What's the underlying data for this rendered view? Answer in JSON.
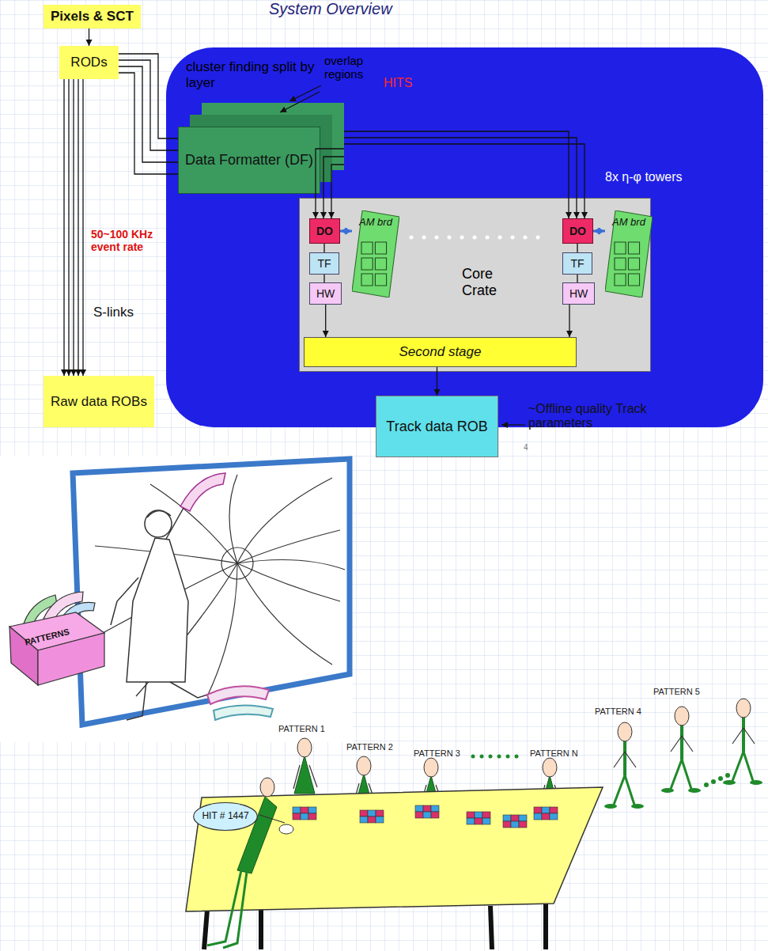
{
  "diagram": {
    "title": "System Overview",
    "nodes": [
      {
        "text": [
          "Pixels & SCT"
        ]
      },
      {
        "text": [
          "RODs"
        ]
      },
      {
        "text": [
          "cluster finding split by layer",
          "overlap regions",
          "HITS",
          "8x η-φ towers"
        ]
      },
      {
        "text": [
          "Data Formatter (DF)"
        ],
        "in": 2
      },
      {
        "text": [
          "Core Crate"
        ],
        "in": 2
      },
      {
        "text": [
          "DO"
        ],
        "in": 4
      },
      {
        "text": [
          "AM brd"
        ],
        "in": 4
      },
      {
        "text": [
          "TF"
        ],
        "in": 4
      },
      {
        "text": [
          "HW"
        ],
        "in": 4
      },
      {
        "text": [
          "DO"
        ],
        "in": 4
      },
      {
        "text": [
          "AM brd"
        ],
        "in": 4
      },
      {
        "text": [
          "TF"
        ],
        "in": 4
      },
      {
        "text": [
          "HW"
        ],
        "in": 4
      },
      {
        "text": [
          "Second stage"
        ],
        "in": 4
      },
      {
        "text": [
          "Raw data ROBs"
        ]
      },
      {
        "text": [
          "Track data ROB"
        ]
      },
      {
        "text": [
          "HIT # 1447"
        ]
      }
    ],
    "edges": [
      {
        "from": 0,
        "to": 1,
        "arrow": "to"
      },
      {
        "from": 1,
        "to": 3,
        "arrow": "none"
      },
      {
        "from": 1,
        "to": 14,
        "arrow": "to"
      },
      {
        "from": 3,
        "to": 5,
        "arrow": "to"
      },
      {
        "from": 3,
        "to": 9,
        "arrow": "to"
      },
      {
        "from": 5,
        "to": 6,
        "arrow": "both"
      },
      {
        "from": 9,
        "to": 10,
        "arrow": "both"
      },
      {
        "from": 5,
        "to": 7,
        "arrow": "none"
      },
      {
        "from": 7,
        "to": 8,
        "arrow": "none"
      },
      {
        "from": 8,
        "to": 13,
        "arrow": "to"
      },
      {
        "from": 9,
        "to": 11,
        "arrow": "none"
      },
      {
        "from": 11,
        "to": 12,
        "arrow": "none"
      },
      {
        "from": 12,
        "to": 13,
        "arrow": "to"
      },
      {
        "from": 13,
        "to": 15,
        "arrow": "to"
      }
    ],
    "labels": [
      "50~100 KHz event rate",
      "S-links",
      "~Offline quality Track parameters",
      "4",
      "PATTERNS",
      "PATTERN 1",
      "PATTERN 2",
      "PATTERN 3",
      "PATTERN N",
      "PATTERN 4",
      "PATTERN 5"
    ]
  }
}
